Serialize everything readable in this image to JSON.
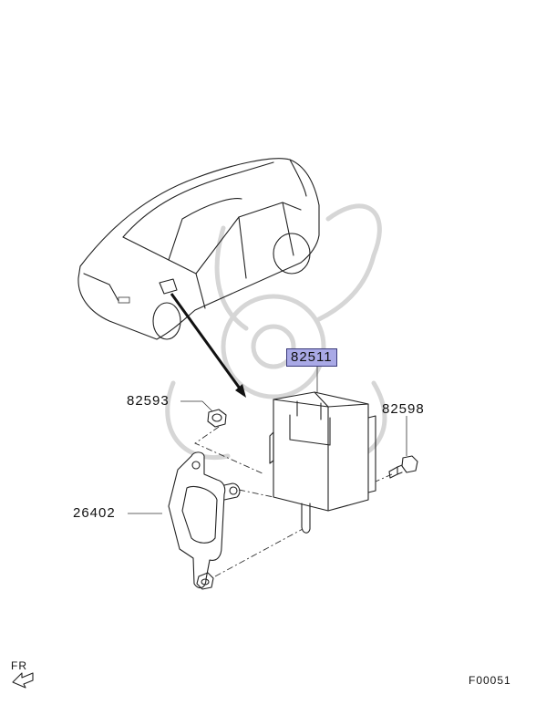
{
  "callouts": [
    {
      "id": "ecu",
      "text": "82511",
      "highlighted": true
    },
    {
      "id": "nut",
      "text": "82593",
      "highlighted": false
    },
    {
      "id": "bolt",
      "text": "82598",
      "highlighted": false
    },
    {
      "id": "bracket",
      "text": "26402",
      "highlighted": false
    }
  ],
  "front_marker": "FR",
  "figure_code": "F00051",
  "colors": {
    "highlight": "#a9a9e6",
    "line": "#222222",
    "watermark": "#d6d6d6"
  }
}
